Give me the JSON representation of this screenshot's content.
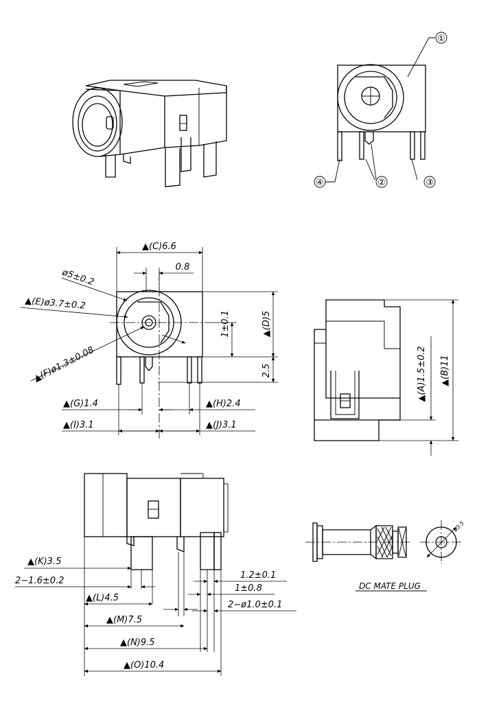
{
  "callouts": {
    "c1": "①",
    "c2": "②",
    "c3": "③",
    "c4": "④"
  },
  "dims": {
    "C": "▲(C)6.6",
    "w08": "0.8",
    "d5": "ø5±0.2",
    "E": "▲(E)ø3.7±0.2",
    "F": "▲(F)ø1.3±0.08",
    "t1": "1±0.1",
    "D": "▲(D)5",
    "t25": "2.5",
    "G": "▲(G)1.4",
    "H": "▲(H)2.4",
    "I": "▲(I)3.1",
    "J": "▲(J)3.1",
    "A": "▲(A)1.5±0.2",
    "B": "▲(B)11",
    "K": "▲(K)3.5",
    "p16": "2−1.6±0.2",
    "L": "▲(L)4.5",
    "M": "▲(M)7.5",
    "N": "▲(N)9.5",
    "O": "▲(O)10.4",
    "p12": "1.2±0.1",
    "p1": "1±0.8",
    "p10": "2−ø1.0±0.1",
    "plug_d": "ø3.5"
  },
  "labels": {
    "plug_title": "DC MATE PLUG"
  }
}
